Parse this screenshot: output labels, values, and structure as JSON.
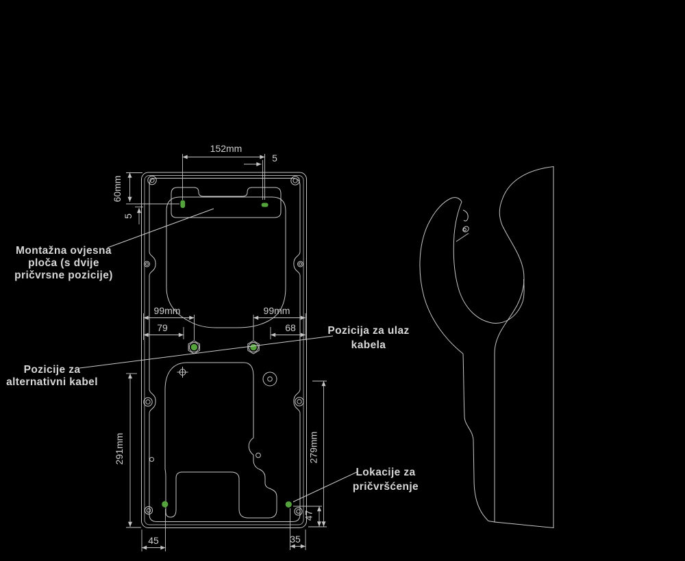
{
  "diagram": {
    "description_note": "",
    "colors": {
      "background": "#000000",
      "line": "#c9c9c9",
      "dimension_line": "#c4c4c4",
      "text": "#d8d8d8",
      "marker_green": "#54a33c"
    },
    "dimensions": {
      "top_width": "152mm",
      "top_offset": "5",
      "top_height": "60mm",
      "left_offset": "5",
      "span_left": "99mm",
      "span_right": "99mm",
      "inset_left": "79",
      "inset_right": "68",
      "height_left": "291mm",
      "height_right": "279mm",
      "fixing_offset": "47",
      "bottom_left": "45",
      "bottom_right": "35"
    },
    "labels": {
      "mounting_plate": [
        "Montažna ovjesna",
        "ploča (s dvije",
        "pričvrsne pozicije)"
      ],
      "cable_entry": [
        "Pozicija za ulaz",
        "kabela"
      ],
      "alt_cable": [
        "Pozicije za",
        "alternativni kabel"
      ],
      "fixing_locations": [
        "Lokacije za",
        "pričvršćenje"
      ]
    }
  }
}
